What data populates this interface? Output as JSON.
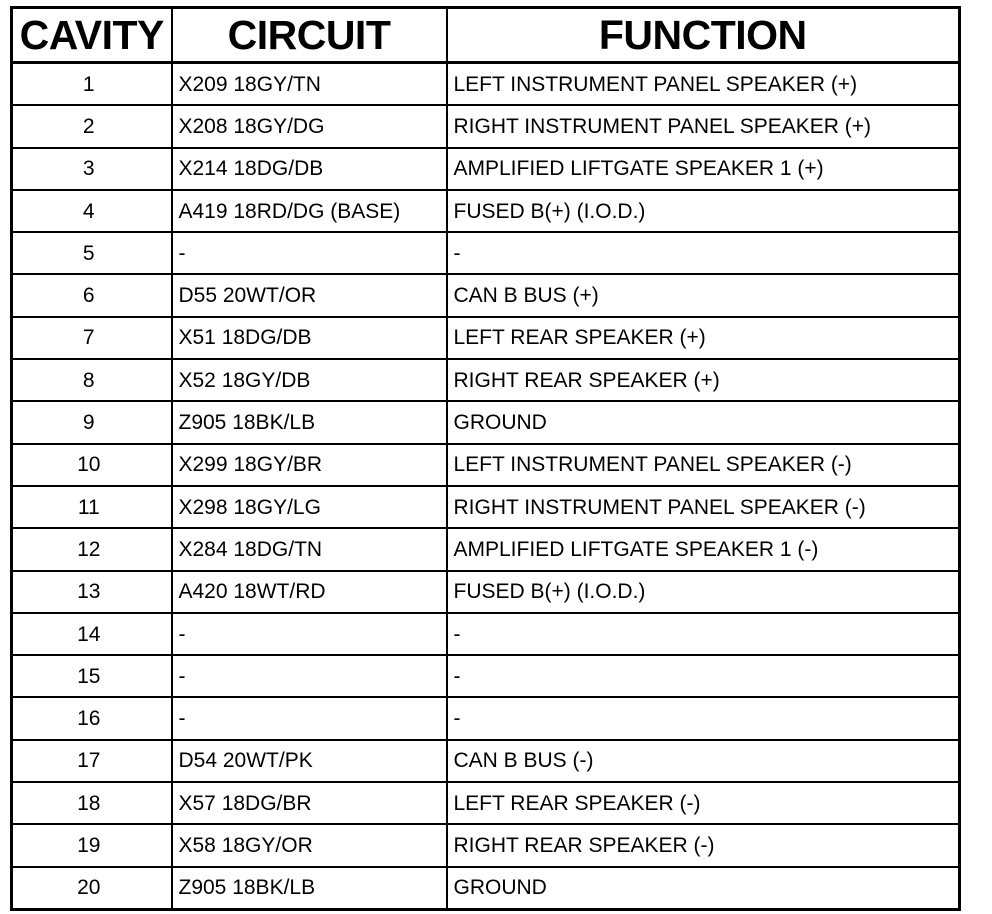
{
  "table": {
    "headers": {
      "cavity": "CAVITY",
      "circuit": "CIRCUIT",
      "function": "FUNCTION"
    },
    "rows": [
      {
        "cavity": "1",
        "circuit": "X209 18GY/TN",
        "function": "LEFT INSTRUMENT PANEL SPEAKER (+)"
      },
      {
        "cavity": "2",
        "circuit": "X208 18GY/DG",
        "function": "RIGHT INSTRUMENT PANEL SPEAKER (+)"
      },
      {
        "cavity": "3",
        "circuit": "X214 18DG/DB",
        "function": "AMPLIFIED LIFTGATE SPEAKER 1 (+)"
      },
      {
        "cavity": "4",
        "circuit": "A419 18RD/DG (BASE)",
        "function": "FUSED B(+) (I.O.D.)"
      },
      {
        "cavity": "5",
        "circuit": "-",
        "function": "-"
      },
      {
        "cavity": "6",
        "circuit": "D55 20WT/OR",
        "function": "CAN B BUS (+)"
      },
      {
        "cavity": "7",
        "circuit": "X51 18DG/DB",
        "function": "LEFT REAR SPEAKER (+)"
      },
      {
        "cavity": "8",
        "circuit": "X52 18GY/DB",
        "function": "RIGHT REAR SPEAKER (+)"
      },
      {
        "cavity": "9",
        "circuit": "Z905 18BK/LB",
        "function": "GROUND"
      },
      {
        "cavity": "10",
        "circuit": "X299 18GY/BR",
        "function": "LEFT INSTRUMENT PANEL SPEAKER (-)"
      },
      {
        "cavity": "11",
        "circuit": "X298 18GY/LG",
        "function": "RIGHT INSTRUMENT PANEL SPEAKER (-)"
      },
      {
        "cavity": "12",
        "circuit": "X284 18DG/TN",
        "function": "AMPLIFIED LIFTGATE SPEAKER 1 (-)"
      },
      {
        "cavity": "13",
        "circuit": "A420 18WT/RD",
        "function": "FUSED B(+) (I.O.D.)"
      },
      {
        "cavity": "14",
        "circuit": "-",
        "function": "-"
      },
      {
        "cavity": "15",
        "circuit": "-",
        "function": "-"
      },
      {
        "cavity": "16",
        "circuit": "-",
        "function": "-"
      },
      {
        "cavity": "17",
        "circuit": "D54 20WT/PK",
        "function": "CAN B BUS (-)"
      },
      {
        "cavity": "18",
        "circuit": "X57 18DG/BR",
        "function": "LEFT REAR SPEAKER (-)"
      },
      {
        "cavity": "19",
        "circuit": "X58 18GY/OR",
        "function": "RIGHT REAR SPEAKER (-)"
      },
      {
        "cavity": "20",
        "circuit": "Z905 18BK/LB",
        "function": "GROUND"
      }
    ]
  }
}
